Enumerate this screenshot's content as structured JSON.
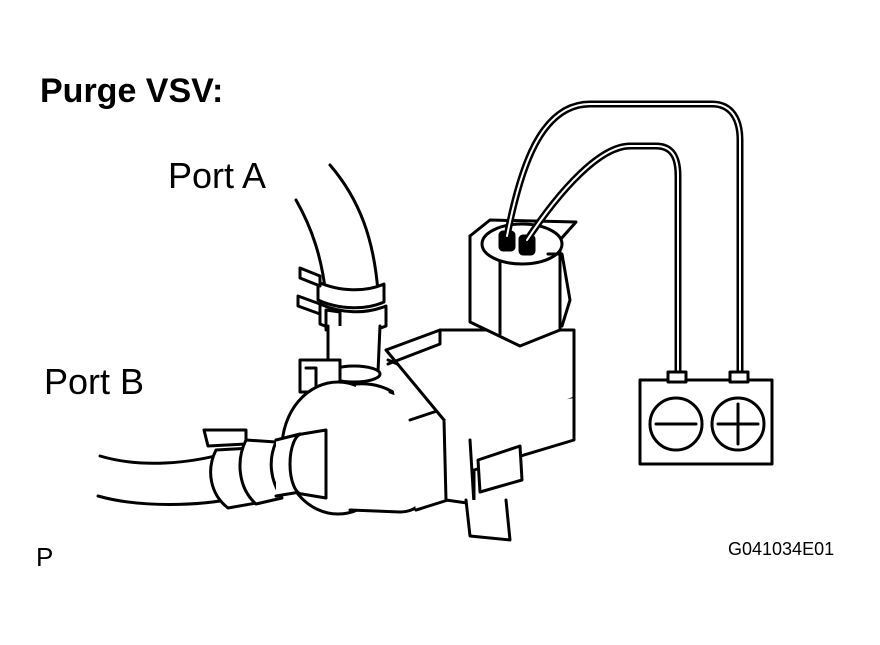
{
  "diagram": {
    "title": "Purge VSV:",
    "port_a_label": "Port A",
    "port_b_label": "Port B",
    "corner_mark": "P",
    "figure_code": "G041034E01"
  },
  "battery": {
    "negative_symbol": "negative",
    "positive_symbol": "positive"
  },
  "colors": {
    "line": "#000000",
    "background": "#ffffff"
  }
}
